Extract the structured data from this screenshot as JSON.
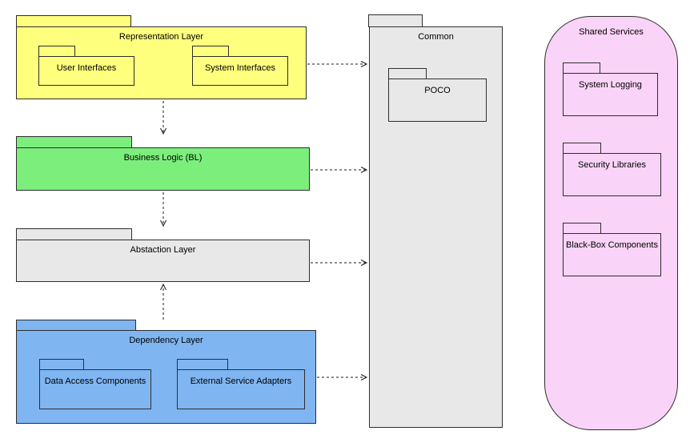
{
  "colors": {
    "yellow": "#FFFF7E",
    "green": "#7CEE7C",
    "blue": "#7FB5F1",
    "gray": "#E8E8E8",
    "pink": "#FAD3F8",
    "border": "#2E2E2E",
    "background": "#FFFFFF",
    "text": "#000000"
  },
  "packages": {
    "representation": {
      "title": "Representation Layer",
      "children": [
        {
          "label": "User Interfaces"
        },
        {
          "label": "System Interfaces"
        }
      ]
    },
    "business_logic": {
      "title": "Business Logic (BL)"
    },
    "abstraction": {
      "title": "Abstaction Layer"
    },
    "dependency": {
      "title": "Dependency Layer",
      "children": [
        {
          "label": "Data Access Components"
        },
        {
          "label": "External Service Adapters"
        }
      ]
    },
    "common": {
      "title": "Common",
      "children": [
        {
          "label": "POCO"
        }
      ]
    },
    "shared_services": {
      "title": "Shared Services",
      "children": [
        {
          "label": "System Logging"
        },
        {
          "label": "Security Libraries"
        },
        {
          "label": "Black-Box Components"
        }
      ]
    }
  },
  "connections": [
    {
      "from": "Representation Layer",
      "to": "Common",
      "type": "dashed-dependency"
    },
    {
      "from": "Business Logic (BL)",
      "to": "Common",
      "type": "dashed-dependency"
    },
    {
      "from": "Abstaction Layer",
      "to": "Common",
      "type": "dashed-dependency"
    },
    {
      "from": "Dependency Layer",
      "to": "Common",
      "type": "dashed-dependency"
    },
    {
      "from": "Representation Layer",
      "to": "Business Logic (BL)",
      "type": "dashed-dependency"
    },
    {
      "from": "Business Logic (BL)",
      "to": "Abstaction Layer",
      "type": "dashed-dependency"
    },
    {
      "from": "Dependency Layer",
      "to": "Abstaction Layer",
      "type": "dashed-dependency"
    }
  ]
}
